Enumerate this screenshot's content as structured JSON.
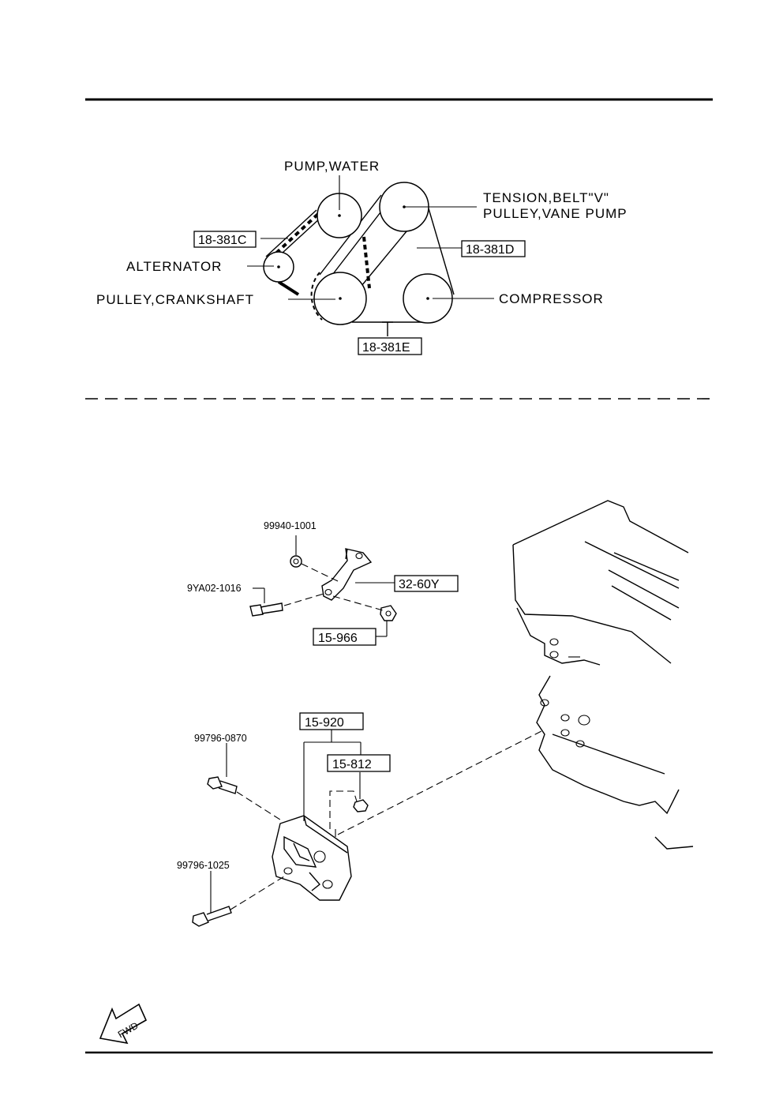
{
  "belt_diagram": {
    "labels": {
      "pump_water": "PUMP,WATER",
      "tension_belt": "TENSION,BELT\"V\"",
      "pulley_vane_pump": "PULLEY,VANE PUMP",
      "alternator": "ALTERNATOR",
      "pulley_crankshaft": "PULLEY,CRANKSHAFT",
      "compressor": "COMPRESSOR"
    },
    "belt_parts": {
      "c": "18-381C",
      "d": "18-381D",
      "e": "18-381E"
    }
  },
  "bracket_diagram": {
    "parts": {
      "bolt_top_small": "99940-1001",
      "bolt_left_bracket": "9YA02-1016",
      "bracket": "32-60Y",
      "nut_bracket": "15-966",
      "tensioner_assembly": "15-920",
      "pulley_nut": "15-812",
      "bolt_upper": "99796-0870",
      "bolt_lower": "99796-1025"
    },
    "fwd_label": "FWD"
  }
}
